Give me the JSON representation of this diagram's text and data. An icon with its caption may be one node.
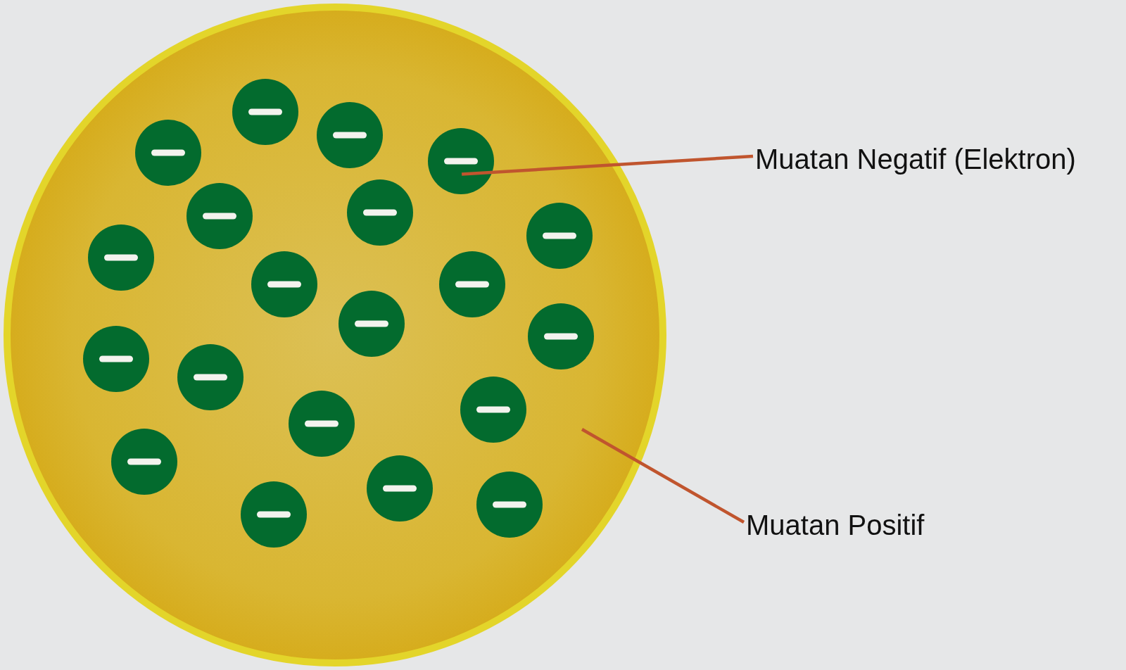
{
  "diagram": {
    "nodes": [
      {
        "text": [],
        "shape": "circle"
      },
      {
        "text": [],
        "shape": "circle",
        "in": 0
      },
      {
        "text": [],
        "shape": "circle",
        "in": 0
      },
      {
        "text": [],
        "shape": "circle",
        "in": 0
      },
      {
        "text": [],
        "shape": "circle",
        "in": 0
      },
      {
        "text": [],
        "shape": "circle",
        "in": 0
      },
      {
        "text": [],
        "shape": "circle",
        "in": 0
      },
      {
        "text": [],
        "shape": "circle",
        "in": 0
      },
      {
        "text": [],
        "shape": "circle",
        "in": 0
      },
      {
        "text": [],
        "shape": "circle",
        "in": 0
      },
      {
        "text": [],
        "shape": "circle",
        "in": 0
      },
      {
        "text": [],
        "shape": "circle",
        "in": 0
      },
      {
        "text": [],
        "shape": "circle",
        "in": 0
      },
      {
        "text": [],
        "shape": "circle",
        "in": 0
      },
      {
        "text": [],
        "shape": "circle",
        "in": 0
      },
      {
        "text": [],
        "shape": "circle",
        "in": 0
      },
      {
        "text": [],
        "shape": "circle",
        "in": 0
      },
      {
        "text": [],
        "shape": "circle",
        "in": 0
      },
      {
        "text": [],
        "shape": "circle",
        "in": 0
      },
      {
        "text": [],
        "shape": "circle",
        "in": 0
      },
      {
        "text": [],
        "shape": "circle",
        "in": 0
      },
      {
        "text": [
          "Muatan Negatif (Elektron)"
        ]
      },
      {
        "text": [
          "Muatan Positif"
        ]
      }
    ],
    "edges": [
      {
        "from": 21,
        "to": 4,
        "arrow": "none"
      },
      {
        "from": 22,
        "to": 0,
        "arrow": "none"
      }
    ]
  }
}
